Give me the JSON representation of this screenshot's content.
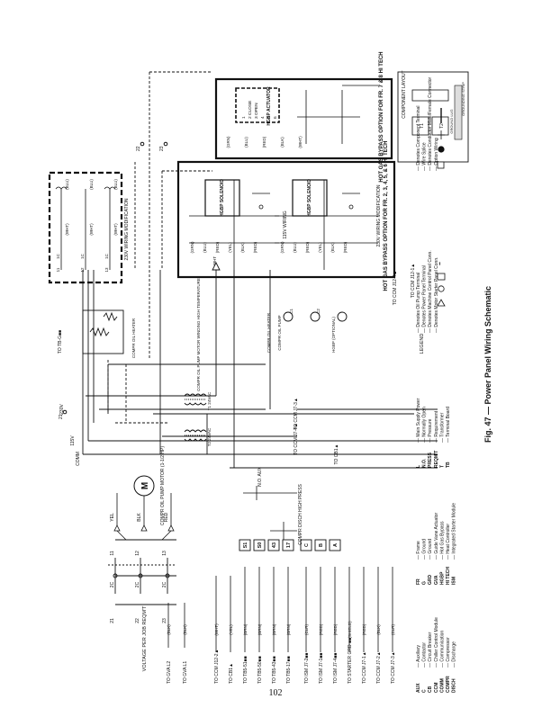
{
  "page_number": "102",
  "figure_caption": "Fig. 47 — Power Panel Wiring Schematic",
  "legend": {
    "title": "LEGEND",
    "abbreviations_col1": [
      {
        "abbr": "AUX",
        "desc": "Auxiliary"
      },
      {
        "abbr": "C",
        "desc": "Contactor"
      },
      {
        "abbr": "CB",
        "desc": "Circuit Breaker"
      },
      {
        "abbr": "CCM",
        "desc": "Chiller Control Module"
      },
      {
        "abbr": "COMM",
        "desc": "Communication"
      },
      {
        "abbr": "COMPR",
        "desc": "Compressor"
      },
      {
        "abbr": "DISCH",
        "desc": "Discharge"
      }
    ],
    "abbreviations_col2": [
      {
        "abbr": "FR",
        "desc": "Frame"
      },
      {
        "abbr": "G",
        "desc": "Ground"
      },
      {
        "abbr": "GRD",
        "desc": "Ground"
      },
      {
        "abbr": "GVA",
        "desc": "Guide Vane Actuator"
      },
      {
        "abbr": "HGBP",
        "desc": "Hot Gas Bypass"
      },
      {
        "abbr": "HI TECH",
        "desc": "Heat Controller"
      },
      {
        "abbr": "ISM",
        "desc": "Integrated Starter Module"
      }
    ],
    "abbreviations_col3": [
      {
        "abbr": "L",
        "desc": "Main Supply Power"
      },
      {
        "abbr": "N.O.",
        "desc": "Normally Open"
      },
      {
        "abbr": "PRESS",
        "desc": "Pressure"
      },
      {
        "abbr": "REQM'T",
        "desc": "Requirement"
      },
      {
        "abbr": "T",
        "desc": "Transformer"
      },
      {
        "abbr": "TB",
        "desc": "Terminal Board"
      }
    ],
    "symbols_col4": [
      "Denotes Oil Pump Terminal",
      "Denotes Power Panel Terminal",
      "Denotes Machine Control Panel Conn.",
      "Denotes Motor Starter Panel Conn."
    ],
    "symbols_col5": [
      "Denotes Component Terminal",
      "Wire Splice",
      "Denotes Conductor Male/Female Connector",
      "Option Wiring"
    ]
  },
  "diagram": {
    "left_destinations": [
      "TO GVA L2",
      "TO GVA L1",
      "TO CCM J12-2▲",
      "TO CB1▲",
      "TO TB5-51■■",
      "TO TB5-50■■",
      "TO TB5-43■■",
      "TO TB5-17■■",
      "TO ISM J7-2■■",
      "TO ISM J7-1■■",
      "TO ISM J7-4■■",
      "TO STARTER GRD ■■",
      "TO CCM J7-1▲",
      "TO CCM J7-2▲",
      "TO CCM J7-3▲"
    ],
    "wire_colors_left": [
      "(BLK)",
      "(BLK)",
      "(WHT)",
      "(YEL)",
      "(BRN)",
      "(BRN)",
      "(BRN)",
      "(BRN)",
      "(CLR)",
      "(RED)",
      "(RED)",
      "(SHIELD)",
      "(RED)",
      "(BLK)",
      "(CLR)"
    ],
    "voltage_note": "VOLTAGE PER JOB REQM'T",
    "cb_terminals": [
      "21",
      "22",
      "23",
      "11",
      "12",
      "13",
      "2C",
      "2C",
      "2C"
    ],
    "pump_motor_label": "COMPR OIL PUMP MOTOR (1-1/2 HP)",
    "pump_motor_symbol": "M",
    "phase_wires": [
      "YEL",
      "BLK",
      "RED"
    ],
    "terminal_boxes": [
      "S1",
      "S0",
      "43",
      "17",
      "C",
      "B",
      "A"
    ],
    "aux_label": "N.O. AUX",
    "disch_press_label": "COMPR DISCH HIGH PRESS",
    "mid_labels": {
      "tb": "TO TB-G■■",
      "v230": "230V",
      "v115": "115V",
      "comm": "COMM",
      "t1_label": "T1 24VAC",
      "t2_label": "T2 24VAC",
      "to_ccm_j7_3": "TO CCM J7-3▲",
      "to_ccm_j7_4": "TO CCM J7-4▲",
      "to_cb1": "TO CB1▲",
      "to_ccm_j12_4": "TO CCM J12-4▲",
      "to_ccm_j12_1": "TO CCM J12-1▲",
      "pump_winding": "COMPR OIL PUMP MOTOR WINDING HIGH TEMPERATURE",
      "oil_heater": "COMPR OIL HEATER",
      "oil_pump": "COMPR OIL PUMP",
      "hgbp_optional": "HGBP (OPTIONAL)",
      "wht": "WHT",
      "c1": "C1",
      "c2": "C2"
    },
    "box_230v_top": "230V WIRING MODIFICATION",
    "box_230v_top_wires": [
      "(BLU)",
      "(BLU)",
      "(BLU)",
      "(WHT)",
      "(WHT)",
      "(WHT)"
    ],
    "box_230v_top_terms": [
      "11",
      "12",
      "13",
      "1C",
      "1C",
      "1C"
    ],
    "hgbp_box_title": "HOT GAS BYPASS OPTION FOR FR. 2, 3, 4, 5, & 6 HI TECH",
    "hgbp_box_115v": "115V WIRING",
    "hgbp_box_230v": "230V WIRING MODIFICATION",
    "hgbp_solenoid": "HGBP SOLENOID",
    "hgbp_wires": [
      "(GRN)",
      "(BLU)",
      "(RED)",
      "(YEL)",
      "(BLK)",
      "(RED)"
    ],
    "actuator_box_title": "HOT GAS BYPASS OPTION FOR FR. 7 & 8 HI TECH",
    "actuator_label": "HGBP ACTUATOR",
    "actuator_terms": [
      "1",
      "2 CLOSE",
      "3 OPEN",
      "4",
      "5",
      "6"
    ],
    "actuator_wires": [
      "(GRN)",
      "(BLU)",
      "(RED)",
      "(BLK)",
      "(WHT)"
    ],
    "component_layout": {
      "title": "COMPONENT LAYOUT",
      "t1": "T1",
      "t2": "T2",
      "ground_lug": "GROUND LUG",
      "grounding_strip": "GROUNDING STRIP"
    },
    "splice_terms": [
      "22",
      "23",
      "21"
    ]
  }
}
